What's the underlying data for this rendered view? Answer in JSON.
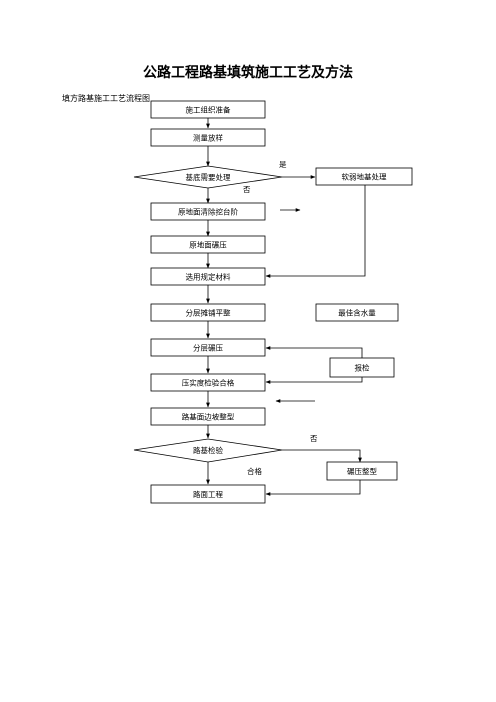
{
  "page": {
    "title": "公路工程路基填筑施工工艺及方法",
    "subtitle": "填方路基施工工艺流程图"
  },
  "flowchart": {
    "nodes": {
      "n1": "施工组织准备",
      "n2": "测量放样",
      "d1": "基底需要处理",
      "n3": "原地面清除挖台阶",
      "n4": "原地面碾压",
      "n5": "选用规定材料",
      "n6": "分层摊铺平整",
      "n7": "分层碾压",
      "n8": "压实度检验合格",
      "n9": "路基面边坡整型",
      "d2": "路基检验",
      "n10": "路面工程",
      "s1": "软弱地基处理",
      "s2": "最佳含水量",
      "s3": "报检",
      "s4": "碾压整型"
    },
    "labels": {
      "yes1": "是",
      "no1": "否",
      "no2": "否",
      "ok2": "合格"
    }
  }
}
